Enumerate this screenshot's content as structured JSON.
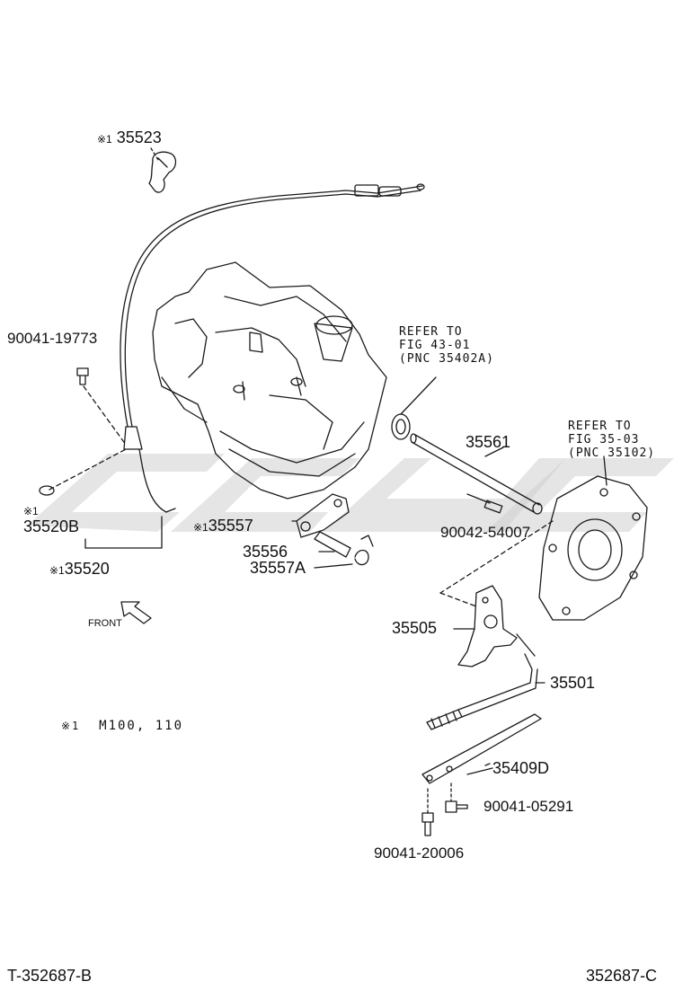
{
  "watermark": "",
  "labels": {
    "p35523": {
      "mark": "※1",
      "text": "35523"
    },
    "p90041_19773": {
      "text": "90041-19773"
    },
    "refer1": {
      "line1": "REFER TO",
      "line2": "FIG 43-01",
      "line3": "(PNC 35402A)"
    },
    "p35561": {
      "text": "35561"
    },
    "refer2": {
      "line1": "REFER TO",
      "line2": "FIG 35-03",
      "line3": "(PNC 35102)"
    },
    "p35520B": {
      "mark": "※1",
      "text": "35520B"
    },
    "p35557": {
      "mark": "※1",
      "text": "35557"
    },
    "p35556": {
      "text": "35556"
    },
    "p35557A": {
      "text": "35557A"
    },
    "p90042_54007": {
      "text": "90042-54007"
    },
    "p35520": {
      "mark": "※1",
      "text": "35520"
    },
    "front": {
      "text": "FRONT"
    },
    "p35505": {
      "text": "35505"
    },
    "p35501": {
      "text": "35501"
    },
    "note": {
      "mark": "※1",
      "text": "M100, 110"
    },
    "p35409D": {
      "text": "35409D"
    },
    "p90041_05291": {
      "text": "90041-05291"
    },
    "p90041_20006": {
      "text": "90041-20006"
    }
  },
  "footer": {
    "left": "T-352687-B",
    "right": "352687-C"
  },
  "colors": {
    "line": "#1a1a1a",
    "watermark": "#d0d0d0",
    "background": "#ffffff"
  }
}
